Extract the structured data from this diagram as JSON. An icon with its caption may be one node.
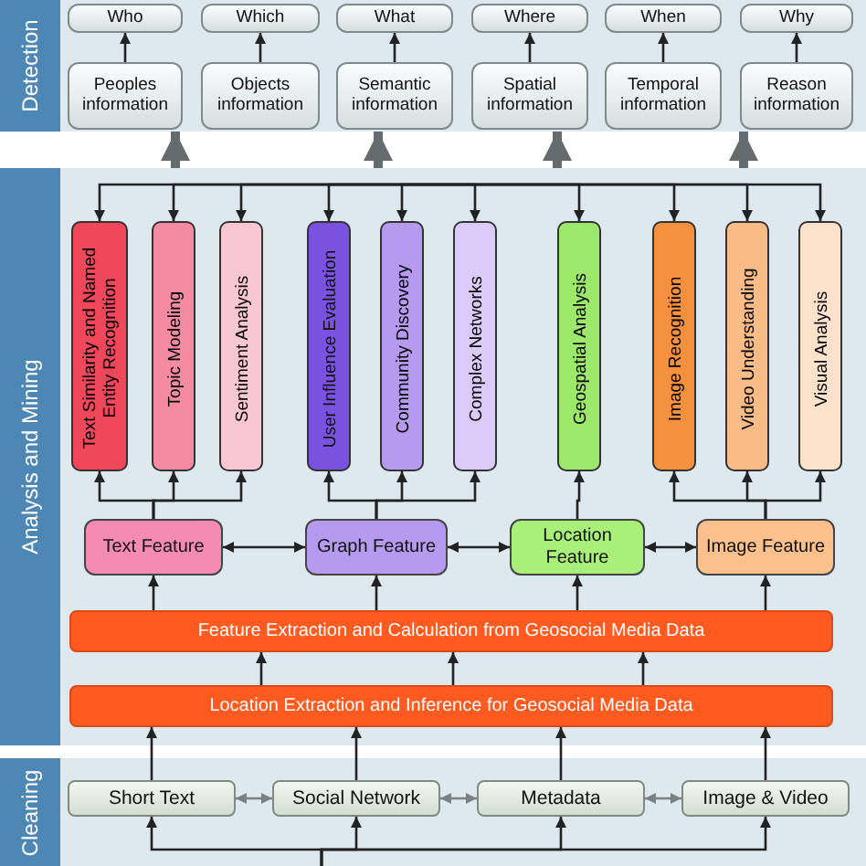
{
  "diagram": {
    "nodes": [
      {
        "text": [
          "Detection"
        ]
      },
      {
        "text": [
          "Who"
        ],
        "in": 0
      },
      {
        "text": [
          "Which"
        ],
        "in": 0
      },
      {
        "text": [
          "What"
        ],
        "in": 0
      },
      {
        "text": [
          "Where"
        ],
        "in": 0
      },
      {
        "text": [
          "When"
        ],
        "in": 0
      },
      {
        "text": [
          "Why"
        ],
        "in": 0
      },
      {
        "text": [
          "Peoples information"
        ],
        "in": 0
      },
      {
        "text": [
          "Objects information"
        ],
        "in": 0
      },
      {
        "text": [
          "Semantic information"
        ],
        "in": 0
      },
      {
        "text": [
          "Spatial information"
        ],
        "in": 0
      },
      {
        "text": [
          "Temporal information"
        ],
        "in": 0
      },
      {
        "text": [
          "Reason information"
        ],
        "in": 0
      },
      {
        "text": [
          "Analysis and Mining"
        ]
      },
      {
        "text": [
          "Text Similarity and Named Entity Recognition"
        ],
        "in": 13
      },
      {
        "text": [
          "Topic Modeling"
        ],
        "in": 13
      },
      {
        "text": [
          "Sentiment Analysis"
        ],
        "in": 13
      },
      {
        "text": [
          "User Influence Evaluation"
        ],
        "in": 13
      },
      {
        "text": [
          "Community Discovery"
        ],
        "in": 13
      },
      {
        "text": [
          "Complex Networks"
        ],
        "in": 13
      },
      {
        "text": [
          "Geospatial Analysis"
        ],
        "in": 13
      },
      {
        "text": [
          "Image Recognition"
        ],
        "in": 13
      },
      {
        "text": [
          "Video Understanding"
        ],
        "in": 13
      },
      {
        "text": [
          "Visual Analysis"
        ],
        "in": 13
      },
      {
        "text": [
          "Text Feature"
        ],
        "in": 13
      },
      {
        "text": [
          "Graph Feature"
        ],
        "in": 13
      },
      {
        "text": [
          "Location Feature"
        ],
        "in": 13
      },
      {
        "text": [
          "Image Feature"
        ],
        "in": 13
      },
      {
        "text": [
          "Feature Extraction and Calculation from Geosocial Media Data"
        ],
        "in": 13
      },
      {
        "text": [
          "Location Extraction and Inference for Geosocial Media Data"
        ],
        "in": 13
      },
      {
        "text": [
          "Cleaning"
        ]
      },
      {
        "text": [
          "Short Text"
        ],
        "in": 30
      },
      {
        "text": [
          "Social Network"
        ],
        "in": 30
      },
      {
        "text": [
          "Metadata"
        ],
        "in": 30
      },
      {
        "text": [
          "Image & Video"
        ],
        "in": 30
      }
    ],
    "edges": [
      {
        "from": 7,
        "to": 1,
        "arrow": "to"
      },
      {
        "from": 8,
        "to": 2,
        "arrow": "to"
      },
      {
        "from": 9,
        "to": 3,
        "arrow": "to"
      },
      {
        "from": 10,
        "to": 4,
        "arrow": "to"
      },
      {
        "from": 11,
        "to": 5,
        "arrow": "to"
      },
      {
        "from": 12,
        "to": 6,
        "arrow": "to"
      },
      {
        "from": 13,
        "to": 0,
        "arrow": "to",
        "style": "thick",
        "color": "#666b6d"
      },
      {
        "from": 13,
        "to": 0,
        "arrow": "to",
        "style": "thick",
        "color": "#666b6d"
      },
      {
        "from": 13,
        "to": 0,
        "arrow": "to",
        "style": "thick",
        "color": "#666b6d"
      },
      {
        "from": 13,
        "to": 0,
        "arrow": "to",
        "style": "thick",
        "color": "#666b6d"
      },
      {
        "from": null,
        "to": 14,
        "arrow": "to"
      },
      {
        "from": null,
        "to": 15,
        "arrow": "to"
      },
      {
        "from": null,
        "to": 16,
        "arrow": "to"
      },
      {
        "from": null,
        "to": 17,
        "arrow": "to"
      },
      {
        "from": null,
        "to": 18,
        "arrow": "to"
      },
      {
        "from": null,
        "to": 19,
        "arrow": "to"
      },
      {
        "from": null,
        "to": 20,
        "arrow": "to"
      },
      {
        "from": null,
        "to": 21,
        "arrow": "to"
      },
      {
        "from": null,
        "to": 22,
        "arrow": "to"
      },
      {
        "from": null,
        "to": 23,
        "arrow": "to"
      },
      {
        "from": 24,
        "to": 14,
        "arrow": "to"
      },
      {
        "from": 24,
        "to": 15,
        "arrow": "to"
      },
      {
        "from": 24,
        "to": 16,
        "arrow": "to"
      },
      {
        "from": 25,
        "to": 17,
        "arrow": "to"
      },
      {
        "from": 25,
        "to": 18,
        "arrow": "to"
      },
      {
        "from": 25,
        "to": 19,
        "arrow": "to"
      },
      {
        "from": 26,
        "to": 20,
        "arrow": "to"
      },
      {
        "from": 27,
        "to": 21,
        "arrow": "to"
      },
      {
        "from": 27,
        "to": 22,
        "arrow": "to"
      },
      {
        "from": 27,
        "to": 23,
        "arrow": "to"
      },
      {
        "from": 24,
        "to": 25,
        "arrow": "both"
      },
      {
        "from": 25,
        "to": 26,
        "arrow": "both"
      },
      {
        "from": 26,
        "to": 27,
        "arrow": "both"
      },
      {
        "from": 28,
        "to": 24,
        "arrow": "to"
      },
      {
        "from": 28,
        "to": 25,
        "arrow": "to"
      },
      {
        "from": 28,
        "to": 26,
        "arrow": "to"
      },
      {
        "from": 28,
        "to": 27,
        "arrow": "to"
      },
      {
        "from": 29,
        "to": 28,
        "arrow": "to"
      },
      {
        "from": 29,
        "to": 28,
        "arrow": "to"
      },
      {
        "from": 29,
        "to": 28,
        "arrow": "to"
      },
      {
        "from": 31,
        "to": 29,
        "arrow": "to"
      },
      {
        "from": 32,
        "to": 29,
        "arrow": "to"
      },
      {
        "from": 33,
        "to": 29,
        "arrow": "to"
      },
      {
        "from": 34,
        "to": 29,
        "arrow": "to"
      },
      {
        "from": 31,
        "to": 32,
        "arrow": "both",
        "color": "#7a7f80"
      },
      {
        "from": 32,
        "to": 33,
        "arrow": "both",
        "color": "#7a7f80"
      },
      {
        "from": 33,
        "to": 34,
        "arrow": "both",
        "color": "#7a7f80"
      },
      {
        "from": null,
        "to": 31,
        "arrow": "to"
      },
      {
        "from": null,
        "to": 32,
        "arrow": "to"
      },
      {
        "from": null,
        "to": 33,
        "arrow": "to"
      },
      {
        "from": null,
        "to": 34,
        "arrow": "to"
      }
    ]
  }
}
